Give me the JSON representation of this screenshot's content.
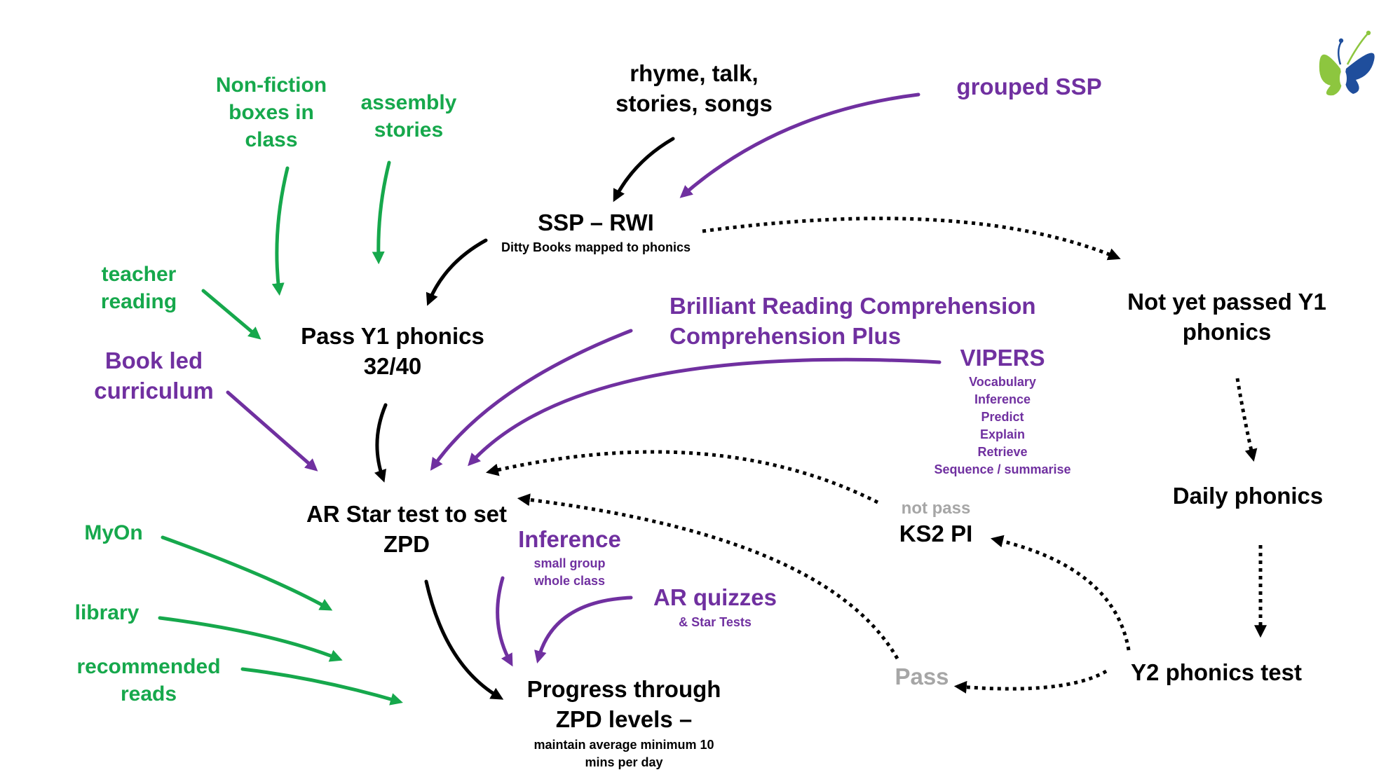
{
  "colors": {
    "green": "#16a84c",
    "purple": "#7030a0",
    "black": "#000000",
    "grey": "#a6a6a6",
    "logo_green": "#8dc63f",
    "logo_blue": "#1f4e9c"
  },
  "logo": {
    "icon": "butterfly-icon"
  },
  "nodes": {
    "nonfiction": [
      "Non-fiction",
      "boxes in",
      "class"
    ],
    "assembly": [
      "assembly",
      "stories"
    ],
    "teacher_reading": [
      "teacher",
      "reading"
    ],
    "book_led": [
      "Book led",
      "curriculum"
    ],
    "myon": "MyOn",
    "library": "library",
    "recommended": [
      "recommended",
      "reads"
    ],
    "rhyme": [
      "rhyme, talk,",
      "stories, songs"
    ],
    "grouped_ssp": "grouped SSP",
    "ssp_rwi": {
      "title": "SSP – RWI",
      "sub": "Ditty Books mapped to phonics"
    },
    "pass_y1": [
      "Pass Y1 phonics",
      "32/40"
    ],
    "brilliant": [
      "Brilliant Reading Comprehension",
      "Comprehension Plus"
    ],
    "vipers": {
      "title": "VIPERS",
      "items": [
        "Vocabulary",
        "Inference",
        "Predict",
        "Explain",
        "Retrieve",
        "Sequence / summarise"
      ]
    },
    "not_yet_passed": [
      "Not yet passed Y1",
      "phonics"
    ],
    "daily_phonics": "Daily phonics",
    "ar_star": [
      "AR Star test to set",
      "ZPD"
    ],
    "inference": {
      "title": "Inference",
      "sub": [
        "small group",
        "whole class"
      ]
    },
    "ar_quizzes": {
      "title": "AR quizzes",
      "sub": "& Star Tests"
    },
    "not_pass": "not pass",
    "ks2_pi": "KS2 PI",
    "pass": "Pass",
    "y2_test": "Y2 phonics test",
    "progress": {
      "title": [
        "Progress through",
        "ZPD levels –"
      ],
      "sub": [
        "maintain average minimum 10",
        "mins per day"
      ]
    }
  }
}
